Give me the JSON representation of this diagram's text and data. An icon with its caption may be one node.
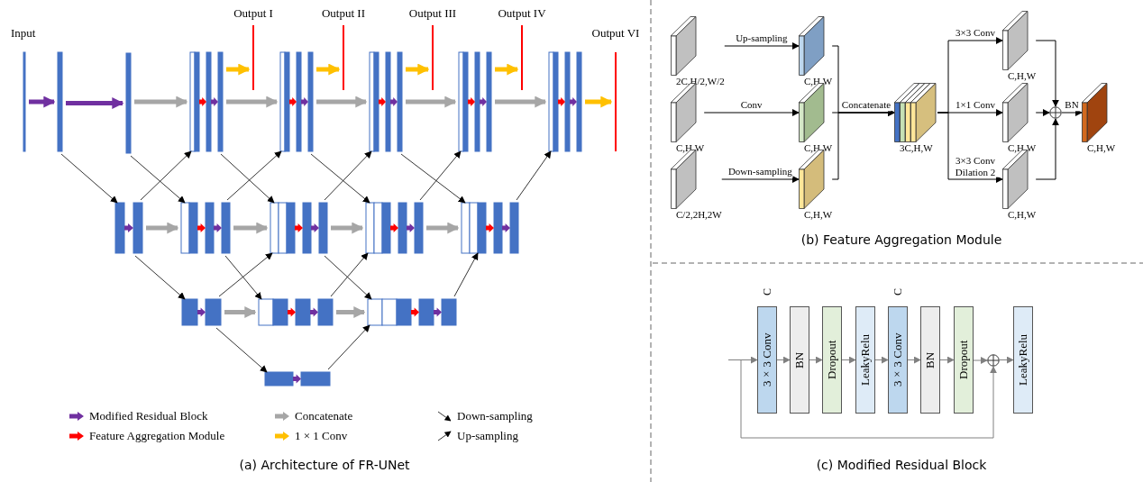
{
  "diagram": {
    "nodes": [
      {
        "text": [
          "2C,H/2,W/2"
        ]
      },
      {
        "text": [
          "C,H,W"
        ]
      },
      {
        "text": [
          "C,H,W"
        ]
      },
      {
        "text": [
          "C,H,W"
        ]
      },
      {
        "text": [
          "C/2,2H,2W"
        ]
      },
      {
        "text": [
          "C,H,W"
        ]
      },
      {
        "text": [
          "3C,H,W"
        ]
      },
      {
        "text": [
          "C,H,W"
        ]
      },
      {
        "text": [
          "C,H,W"
        ]
      },
      {
        "text": [
          "C,H,W"
        ]
      },
      {
        "text": [],
        "shape": "circle"
      },
      {
        "text": [
          "C,H,W"
        ]
      },
      {
        "text": [
          "3×3 Conv"
        ],
        "beside": [
          "C"
        ]
      },
      {
        "text": [
          "BN"
        ]
      },
      {
        "text": [
          "Dropout"
        ]
      },
      {
        "text": [
          "LeakyRelu"
        ]
      },
      {
        "text": [
          "3×3 Conv"
        ],
        "beside": [
          "C"
        ]
      },
      {
        "text": [
          "BN"
        ]
      },
      {
        "text": [
          "Dropout"
        ]
      },
      {
        "text": [],
        "shape": "circle"
      },
      {
        "text": [
          "LeakyRelu"
        ]
      },
      {
        "text": [],
        "shape": "bar"
      },
      {
        "text": [],
        "shape": "bar"
      },
      {
        "text": [],
        "shape": "bar"
      },
      {
        "text": [],
        "shape": "bar"
      },
      {
        "text": [],
        "shape": "bar"
      },
      {
        "text": [],
        "shape": "bar"
      },
      {
        "text": [],
        "shape": "bar"
      },
      {
        "text": [],
        "shape": "bar"
      },
      {
        "text": [],
        "shape": "bar"
      },
      {
        "text": [],
        "shape": "bar"
      },
      {
        "text": [],
        "shape": "bar"
      },
      {
        "text": [],
        "shape": "bar"
      },
      {
        "text": [],
        "shape": "bar"
      },
      {
        "text": [],
        "shape": "bar"
      },
      {
        "text": [],
        "shape": "bar"
      },
      {
        "text": [],
        "shape": "bar"
      },
      {
        "text": [],
        "shape": "bar"
      },
      {
        "text": [],
        "shape": "bar"
      },
      {
        "text": [],
        "shape": "bar"
      },
      {
        "text": [],
        "shape": "bar"
      },
      {
        "text": [],
        "shape": "bar"
      },
      {
        "text": [],
        "shape": "bar"
      }
    ],
    "edges": [
      {
        "from": 0,
        "to": 1,
        "arrow": "to",
        "label": "Up-sampling"
      },
      {
        "from": 2,
        "to": 3,
        "arrow": "to",
        "label": "Conv"
      },
      {
        "from": 4,
        "to": 5,
        "arrow": "to",
        "label": "Down-sampling"
      },
      {
        "from": 1,
        "to": 6,
        "arrow": "to"
      },
      {
        "from": 3,
        "to": 6,
        "arrow": "to",
        "label": "Concatenate"
      },
      {
        "from": 5,
        "to": 6,
        "arrow": "to"
      },
      {
        "from": 6,
        "to": 7,
        "arrow": "to",
        "label": "3×3 Conv"
      },
      {
        "from": 6,
        "to": 8,
        "arrow": "to",
        "label": "1×1 Conv"
      },
      {
        "from": 6,
        "to": 9,
        "arrow": "to",
        "label": "3×3 Conv Dilation 2"
      },
      {
        "from": 7,
        "to": 10,
        "arrow": "to"
      },
      {
        "from": 8,
        "to": 10,
        "arrow": "to"
      },
      {
        "from": 9,
        "to": 10,
        "arrow": "to"
      },
      {
        "from": 10,
        "to": 11,
        "arrow": "to",
        "label": "BN"
      },
      {
        "from": null,
        "to": 12,
        "arrow": "to",
        "color": "#808080"
      },
      {
        "from": 12,
        "to": 13,
        "arrow": "to",
        "color": "#808080"
      },
      {
        "from": 13,
        "to": 14,
        "arrow": "to",
        "color": "#808080"
      },
      {
        "from": 14,
        "to": 15,
        "arrow": "to",
        "color": "#808080"
      },
      {
        "from": 15,
        "to": 16,
        "arrow": "to",
        "color": "#808080"
      },
      {
        "from": 16,
        "to": 17,
        "arrow": "to",
        "color": "#808080"
      },
      {
        "from": 17,
        "to": 18,
        "arrow": "to",
        "color": "#808080"
      },
      {
        "from": 18,
        "to": 19,
        "arrow": "to",
        "color": "#808080"
      },
      {
        "from": 19,
        "to": 20,
        "arrow": "to",
        "color": "#808080"
      },
      {
        "from": null,
        "to": 19,
        "arrow": "to",
        "color": "#808080"
      },
      {
        "from": 21,
        "to": 22,
        "arrow": "to",
        "style": "thick",
        "color": "#7030a0"
      },
      {
        "from": 22,
        "to": 23,
        "arrow": "to",
        "style": "thick",
        "color": "#7030a0"
      },
      {
        "from": 23,
        "to": 24,
        "arrow": "to",
        "style": "thick",
        "color": "#a6a6a6"
      },
      {
        "from": 24,
        "to": 25,
        "arrow": "to",
        "style": "thick",
        "color": "#a6a6a6"
      },
      {
        "from": 25,
        "to": 26,
        "arrow": "to",
        "style": "thick",
        "color": "#a6a6a6"
      },
      {
        "from": 26,
        "to": 27,
        "arrow": "to",
        "style": "thick",
        "color": "#a6a6a6"
      },
      {
        "from": 27,
        "to": 28,
        "arrow": "to",
        "style": "thick",
        "color": "#a6a6a6"
      },
      {
        "from": 24,
        "to": 29,
        "arrow": "to",
        "style": "thick",
        "color": "#ffc000"
      },
      {
        "from": 25,
        "to": 30,
        "arrow": "to",
        "style": "thick",
        "color": "#ffc000"
      },
      {
        "from": 26,
        "to": 31,
        "arrow": "to",
        "style": "thick",
        "color": "#ffc000"
      },
      {
        "from": 27,
        "to": 32,
        "arrow": "to",
        "style": "thick",
        "color": "#ffc000"
      },
      {
        "from": 28,
        "to": 33,
        "arrow": "to",
        "style": "thick",
        "color": "#ffc000"
      },
      {
        "from": 34,
        "to": 35,
        "arrow": "to",
        "style": "thick",
        "color": "#a6a6a6"
      },
      {
        "from": 35,
        "to": 36,
        "arrow": "to",
        "style": "thick",
        "color": "#a6a6a6"
      },
      {
        "from": 36,
        "to": 37,
        "arrow": "to",
        "style": "thick",
        "color": "#a6a6a6"
      },
      {
        "from": 37,
        "to": 38,
        "arrow": "to",
        "style": "thick",
        "color": "#a6a6a6"
      },
      {
        "from": 39,
        "to": 40,
        "arrow": "to",
        "style": "thick",
        "color": "#a6a6a6"
      },
      {
        "from": 40,
        "to": 41,
        "arrow": "to",
        "style": "thick",
        "color": "#a6a6a6"
      },
      {
        "from": 22,
        "to": 34,
        "arrow": "to"
      },
      {
        "from": 23,
        "to": 35,
        "arrow": "to"
      },
      {
        "from": 24,
        "to": 36,
        "arrow": "to"
      },
      {
        "from": 25,
        "to": 37,
        "arrow": "to"
      },
      {
        "from": 26,
        "to": 38,
        "arrow": "to"
      },
      {
        "from": 34,
        "to": 24,
        "arrow": "to"
      },
      {
        "from": 35,
        "to": 25,
        "arrow": "to"
      },
      {
        "from": 36,
        "to": 26,
        "arrow": "to"
      },
      {
        "from": 37,
        "to": 27,
        "arrow": "to"
      },
      {
        "from": 38,
        "to": 28,
        "arrow": "to"
      },
      {
        "from": 34,
        "to": 39,
        "arrow": "to"
      },
      {
        "from": 35,
        "to": 40,
        "arrow": "to"
      },
      {
        "from": 36,
        "to": 41,
        "arrow": "to"
      },
      {
        "from": 39,
        "to": 36,
        "arrow": "to"
      },
      {
        "from": 40,
        "to": 37,
        "arrow": "to"
      },
      {
        "from": 41,
        "to": 38,
        "arrow": "to"
      },
      {
        "from": 39,
        "to": 42,
        "arrow": "to"
      },
      {
        "from": 42,
        "to": 41,
        "arrow": "to"
      }
    ],
    "labels": [
      "Input",
      "Output I",
      "Output II",
      "Output III",
      "Output IV",
      "Output VI",
      "(a) Architecture of FR-UNet",
      "(b) Feature Aggregation Module",
      "(c) Modified Residual  Block"
    ],
    "legend": [
      {
        "text": "Modified Residual  Block"
      },
      {
        "text": "Concatenate"
      },
      {
        "text": "Down-sampling"
      },
      {
        "text": "Feature Aggregation Module"
      },
      {
        "text": "1 × 1 Conv"
      },
      {
        "text": "Up-sampling"
      }
    ]
  }
}
